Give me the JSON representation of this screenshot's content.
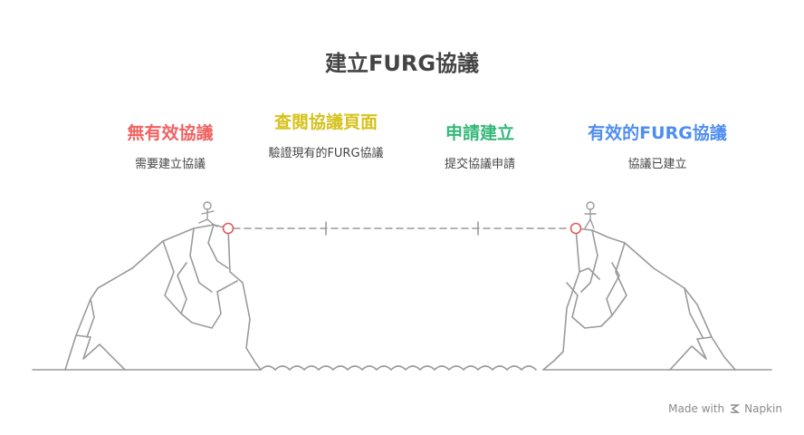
{
  "title": "建立FURG協議",
  "stages": [
    {
      "label": "無有效協議",
      "desc": "需要建立協議",
      "color": "#f06262"
    },
    {
      "label": "查閱協議頁面",
      "desc": "驗證現有的FURG協議",
      "color": "#d6c21c"
    },
    {
      "label": "申請建立",
      "desc": "提交協議申請",
      "color": "#36b87a"
    },
    {
      "label": "有效的FURG協議",
      "desc": "協議已建立",
      "color": "#4f8ef0"
    }
  ],
  "footer": {
    "made_with": "Made with",
    "brand": "Napkin"
  },
  "colors": {
    "line": "#9a9a9a",
    "marker": "#e05a5a"
  }
}
